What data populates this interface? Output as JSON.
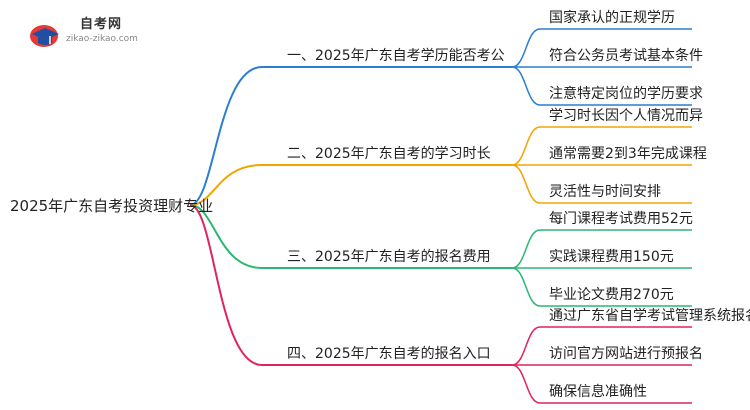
{
  "logo": {
    "title": "自考网",
    "subtitle": "zikao-zikao.com"
  },
  "root": {
    "label": "2025年广东自考投资理财专业"
  },
  "branches": [
    {
      "label": "一、2025年广东自考学历能否考公",
      "color": "#2a7fd4",
      "children": [
        "国家承认的正规学历",
        "符合公务员考试基本条件",
        "注意特定岗位的学历要求"
      ]
    },
    {
      "label": "二、2025年广东自考的学习时长",
      "color": "#f0a500",
      "children": [
        "学习时长因个人情况而异",
        "通常需要2到3年完成课程",
        "灵活性与时间安排"
      ]
    },
    {
      "label": "三、2025年广东自考的报名费用",
      "color": "#2bb673",
      "children": [
        "每门课程考试费用52元",
        "实践课程费用150元",
        "毕业论文费用270元"
      ]
    },
    {
      "label": "四、2025年广东自考的报名入口",
      "color": "#e0245e",
      "children": [
        "通过广东省自学考试管理系统报名",
        "访问官方网站进行预报名",
        "确保信息准确性"
      ]
    }
  ]
}
